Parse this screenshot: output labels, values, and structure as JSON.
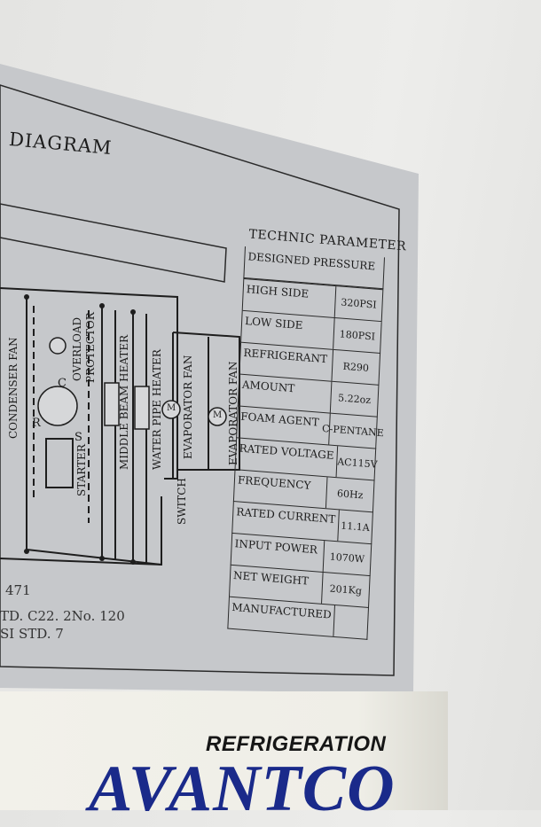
{
  "diagram": {
    "title": "DIAGRAM",
    "components": {
      "condenser_fan": "CONDENSER FAN",
      "overload_protector_1": "OVERLOAD",
      "overload_protector_2": "PROTECTOR",
      "starter": "STARTER",
      "middle_beam_heater": "MIDDLE BEAM HEATER",
      "water_pipe_heater": "WATER PIPE HEATER",
      "evaporator_fan_1": "EVAPORATOR FAN",
      "evaporator_fan_2": "EVAPORATOR FAN",
      "switch": "SWITCH",
      "c": "C",
      "r": "R",
      "s": "S",
      "m1": "M",
      "m2": "M"
    },
    "footer": [
      "471",
      "TD. C22. 2No. 120",
      "SI  STD. 7"
    ]
  },
  "technic_parameter": {
    "title": "TECHNIC  PARAMETER",
    "header": "DESIGNED PRESSURE",
    "rows": [
      {
        "label": "HIGH SIDE",
        "value": "320PSI"
      },
      {
        "label": "LOW SIDE",
        "value": "180PSI"
      },
      {
        "label": "REFRIGERANT",
        "value": "R290"
      },
      {
        "label": "AMOUNT",
        "value": "5.22oz"
      },
      {
        "label": "FOAM AGENT",
        "value": "C-PENTANE"
      },
      {
        "label": "RATED VOLTAGE",
        "value": "AC115V"
      },
      {
        "label": "FREQUENCY",
        "value": "60Hz"
      },
      {
        "label": "RATED CURRENT",
        "value": "11.1A"
      },
      {
        "label": "INPUT POWER",
        "value": "1070W"
      },
      {
        "label": "NET WEIGHT",
        "value": "201Kg"
      },
      {
        "label": "MANUFACTURED",
        "value": ""
      }
    ]
  },
  "sticker": {
    "tagline": "REFRIGERATION",
    "brand": "AVANTCO",
    "brand_color": "#1a2a8a"
  }
}
